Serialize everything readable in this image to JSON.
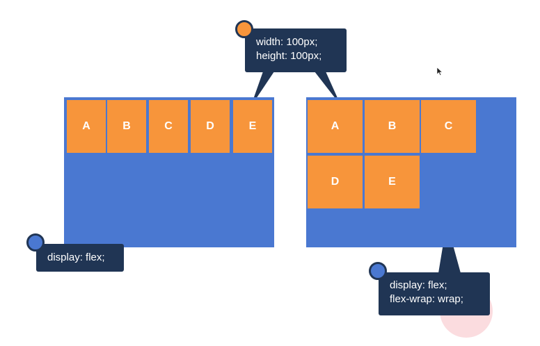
{
  "nowrap_example": {
    "items": [
      "A",
      "B",
      "C",
      "D",
      "E"
    ],
    "callout": {
      "line1": "display: flex;"
    }
  },
  "wrap_example": {
    "items": [
      "A",
      "B",
      "C",
      "D",
      "E"
    ],
    "callout": {
      "line1": "display: flex;",
      "line2": "flex-wrap: wrap;"
    }
  },
  "item_size_callout": {
    "line1": "width: 100px;",
    "line2": "height: 100px;"
  },
  "colors": {
    "container": "#4a78d1",
    "item": "#f7953b",
    "callout_bg": "#203554",
    "text": "#ffffff"
  },
  "icons": [
    "callout-dot-icon",
    "mouse-cursor-icon"
  ]
}
